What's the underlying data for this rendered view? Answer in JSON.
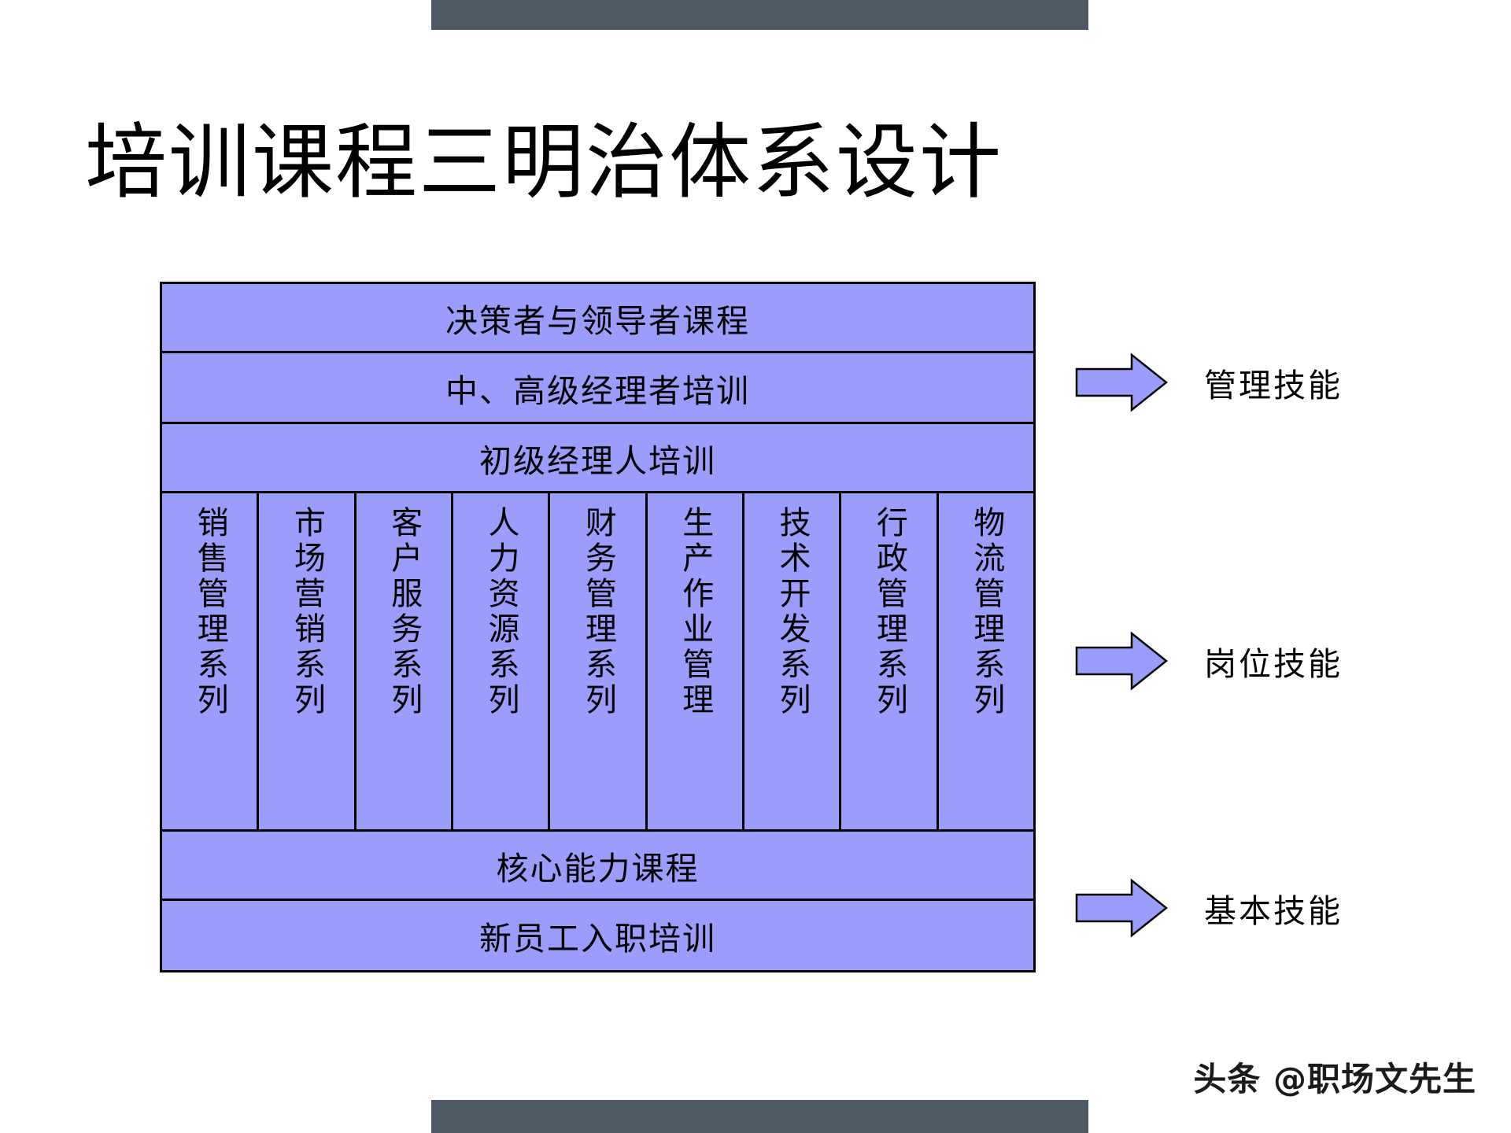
{
  "slide": {
    "title": "培训课程三明治体系设计",
    "background_color": "#ffffff",
    "deco_bar_color": "#4d5a66",
    "box_fill_color": "#9a9dfb",
    "box_border_color": "#000000"
  },
  "diagram": {
    "top_bands": [
      {
        "label": "决策者与领导者课程"
      },
      {
        "label": "中、高级经理者培训"
      },
      {
        "label": "初级经理人培训"
      }
    ],
    "columns": [
      {
        "label": "销售管理系列"
      },
      {
        "label": "市场营销系列"
      },
      {
        "label": "客户服务系列"
      },
      {
        "label": "人力资源系列"
      },
      {
        "label": "财务管理系列"
      },
      {
        "label": "生产作业管理"
      },
      {
        "label": "技术开发系列"
      },
      {
        "label": "行政管理系列"
      },
      {
        "label": "物流管理系列"
      }
    ],
    "bottom_bands": [
      {
        "label": "核心能力课程"
      },
      {
        "label": "新员工入职培训"
      }
    ]
  },
  "callouts": [
    {
      "icon": "right-arrow-icon",
      "label": "管理技能"
    },
    {
      "icon": "right-arrow-icon",
      "label": "岗位技能"
    },
    {
      "icon": "right-arrow-icon",
      "label": "基本技能"
    }
  ],
  "footer": {
    "watermark": "头条 @职场文先生"
  }
}
